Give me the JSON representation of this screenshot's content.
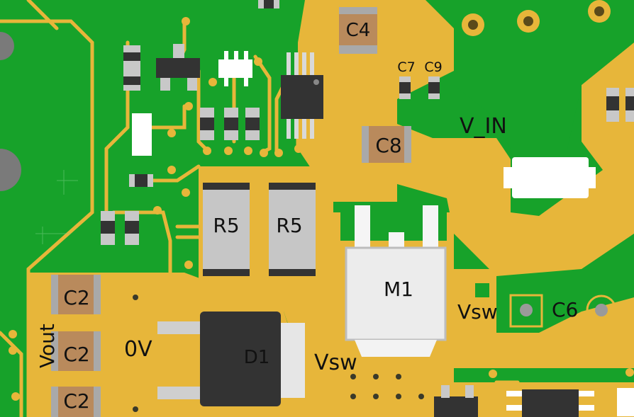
{
  "colors": {
    "board": "#17a22a",
    "copper": "#e7b63a",
    "silk_white": "#ffffff",
    "cap_tan": "#b98a5c",
    "resistor_body": "#c8c8c8",
    "ic_body": "#2f2f2f",
    "pad": "#d9d9d9"
  },
  "labels": {
    "c4": "C4",
    "c7": "C7",
    "c9": "C9",
    "c8": "C8",
    "v_in": "V_IN",
    "r5_left": "R5",
    "r5_right": "R5",
    "m1": "M1",
    "vsw_right": "Vsw",
    "c6": "C6",
    "c2_top": "C2",
    "c2_mid": "C2",
    "c2_bot": "C2",
    "vout": "Vout",
    "zero_v": "0V",
    "d1": "D1",
    "vsw_bottom": "Vsw"
  }
}
